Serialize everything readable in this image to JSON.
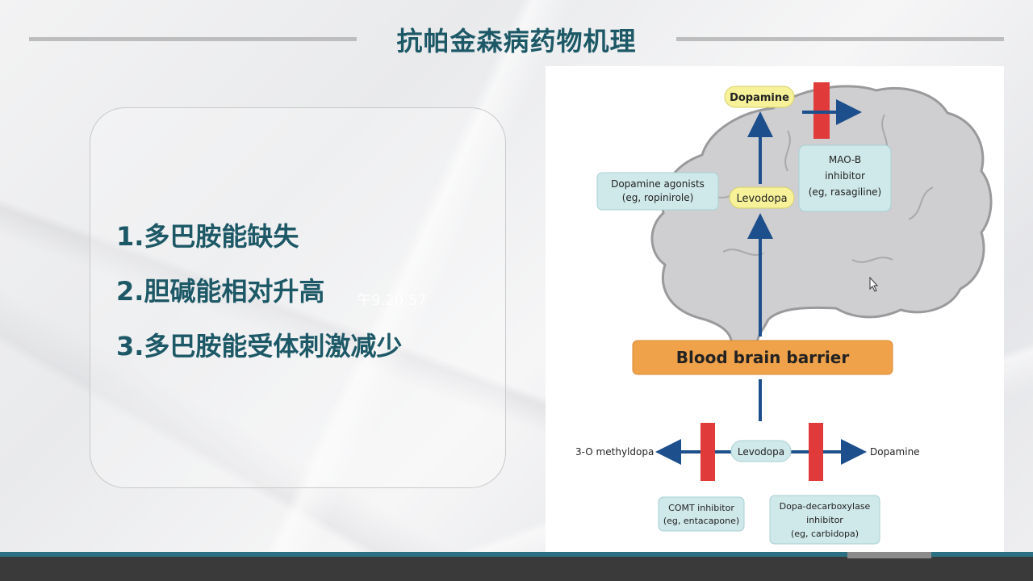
{
  "title": "抗帕金森病药物机理",
  "points": [
    "1.多巴胺能缺失",
    "2.胆碱能相对升高",
    "3.多巴胺能受体刺激减少"
  ],
  "overlay_time": "午9.20.57",
  "diagram": {
    "dopamine_top": "Dopamine",
    "mao_b": [
      "MAO-B",
      "inhibitor",
      "(eg, rasagiline)"
    ],
    "dopamine_agonists": [
      "Dopamine agonists",
      "(eg, ropinirole)"
    ],
    "levodopa_brain": "Levodopa",
    "bbb": "Blood brain barrier",
    "levodopa_periph": "Levodopa",
    "methyldopa": "3-O methyldopa",
    "dopamine_periph": "Dopamine",
    "comt": [
      "COMT inhibitor",
      "(eg, entacapone)"
    ],
    "ddc": [
      "Dopa-decarboxylase",
      "inhibitor",
      "(eg, carbidopa)"
    ]
  },
  "colors": {
    "title": "#1c5866",
    "arrow": "#1d4f8c",
    "inhibitor_bar": "#e03a3a",
    "bbb": "#f0a24a",
    "yellow_label": "#f7f29a",
    "teal_box": "#cfe8ea",
    "brain": "#cfcfd1"
  }
}
